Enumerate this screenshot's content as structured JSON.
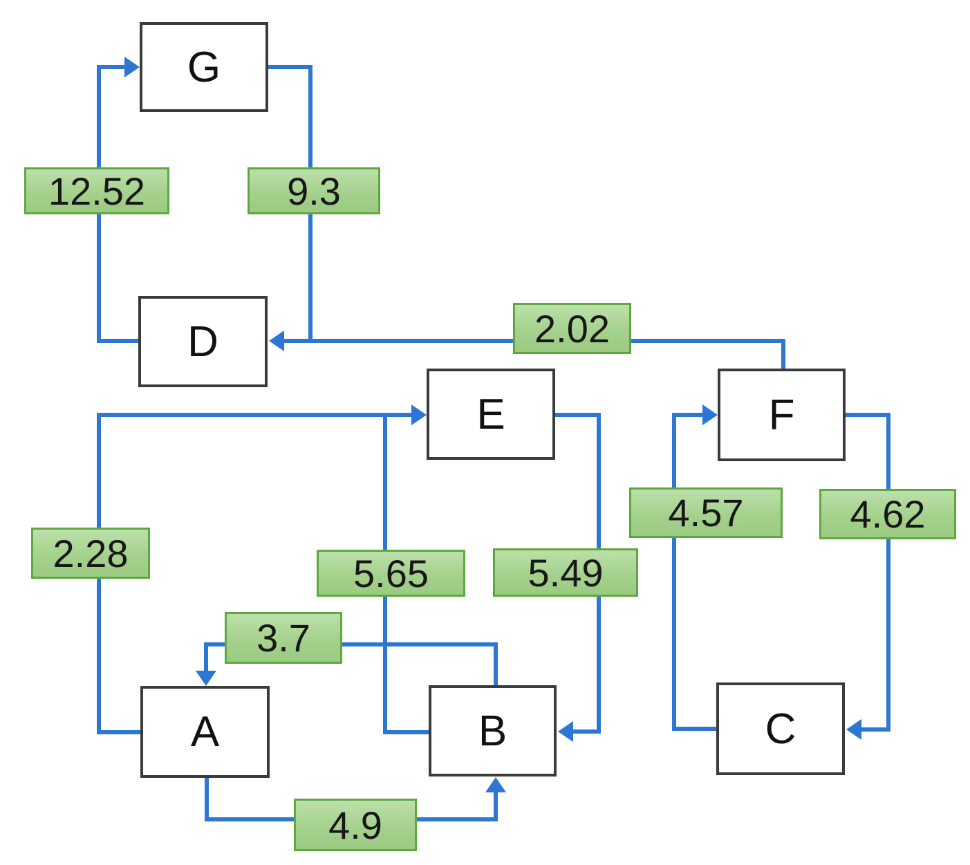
{
  "diagram": {
    "title": "weighted-directed-graph",
    "nodes": [
      {
        "id": "G",
        "label": "G"
      },
      {
        "id": "D",
        "label": "D"
      },
      {
        "id": "E",
        "label": "E"
      },
      {
        "id": "F",
        "label": "F"
      },
      {
        "id": "A",
        "label": "A"
      },
      {
        "id": "B",
        "label": "B"
      },
      {
        "id": "C",
        "label": "C"
      }
    ],
    "edges": [
      {
        "from": "D",
        "to": "G",
        "weight": "12.52"
      },
      {
        "from": "G",
        "to": "D",
        "weight": "9.3"
      },
      {
        "from": "F",
        "to": "D",
        "weight": "2.02"
      },
      {
        "from": "A",
        "to": "E",
        "weight": "2.28"
      },
      {
        "from": "B",
        "to": "E",
        "weight": "5.65"
      },
      {
        "from": "E",
        "to": "B",
        "weight": "5.49"
      },
      {
        "from": "B",
        "to": "A",
        "weight": "3.7"
      },
      {
        "from": "A",
        "to": "B",
        "weight": "4.9"
      },
      {
        "from": "C",
        "to": "F",
        "weight": "4.57"
      },
      {
        "from": "F",
        "to": "C",
        "weight": "4.62"
      }
    ],
    "colors": {
      "edge": "#2e76d3",
      "label_fill": "#a5d18d",
      "label_border": "#5fa83f",
      "node_border": "#3b3b3b",
      "node_fill": "#ffffff",
      "background": "#ffffff"
    }
  }
}
